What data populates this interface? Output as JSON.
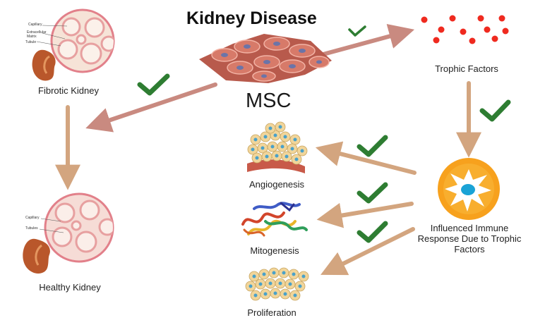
{
  "title": "Kidney Disease",
  "center_label": "MSC",
  "nodes": {
    "fibrotic_kidney": "Fibrotic Kidney",
    "healthy_kidney": "Healthy Kidney",
    "trophic_factors": "Trophic Factors",
    "immune_response": "Influenced Immune Response Due to Trophic Factors",
    "angiogenesis": "Angiogenesis",
    "mitogenesis": "Mitogenesis",
    "proliferation": "Proliferation"
  },
  "fibrotic_inset_labels": [
    "Capillary",
    "Extracellular Matrix",
    "Tubule"
  ],
  "healthy_inset_labels": [
    "Capillary",
    "Tubules"
  ],
  "colors": {
    "arrow_pink": "#c98a80",
    "arrow_tan": "#d3a57f",
    "check_green": "#2e7d32",
    "trophic_red": "#ef2a1f",
    "kidney_brown": "#b9572b",
    "immune_orange": "#f7a11d",
    "immune_cell": "#1aa3d6"
  },
  "icons": [
    "check-icon",
    "kidney-icon",
    "cell-sheet-icon",
    "protein-structure-icon",
    "immune-cell-icon"
  ]
}
